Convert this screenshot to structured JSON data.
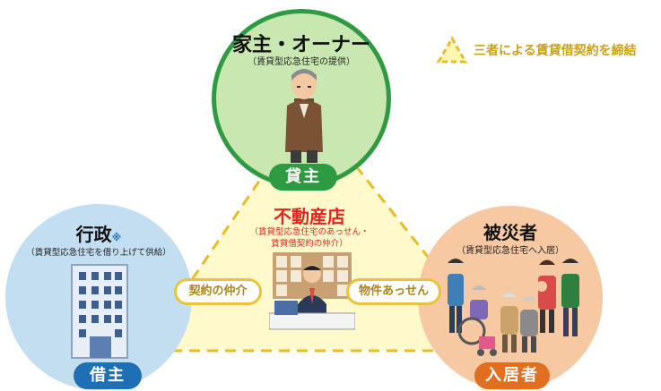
{
  "legend": {
    "text": "三者による賃貸借契約を締結"
  },
  "owner": {
    "title": "家主・オーナー",
    "subtitle": "（賃貸型応急住宅の提供）",
    "role": "貸主"
  },
  "government": {
    "title": "行政",
    "mark": "※",
    "subtitle": "（賃貸型応急住宅を借り上げて供給）",
    "role": "借主"
  },
  "victims": {
    "title": "被災者",
    "subtitle": "（賃貸型応急住宅へ入居）",
    "role": "入居者"
  },
  "agency": {
    "title": "不動産店",
    "subtitle_line1": "（賃貸型応急住宅のあっせん・",
    "subtitle_line2": "賃貸借契約の仲介）"
  },
  "left_link": {
    "label": "契約の仲介"
  },
  "right_link": {
    "label": "物件あっせん"
  },
  "colors": {
    "owner_fill": "#c9e7b0",
    "owner_stroke": "#2e9b43",
    "gov_fill": "#c3def0",
    "gov_badge": "#1f6fb5",
    "victim_fill": "#f6c9a3",
    "victim_badge": "#e07020",
    "triangle_fill": "#fff9cc",
    "triangle_stroke": "#e2bf2a",
    "agency_title": "#e0251e"
  }
}
